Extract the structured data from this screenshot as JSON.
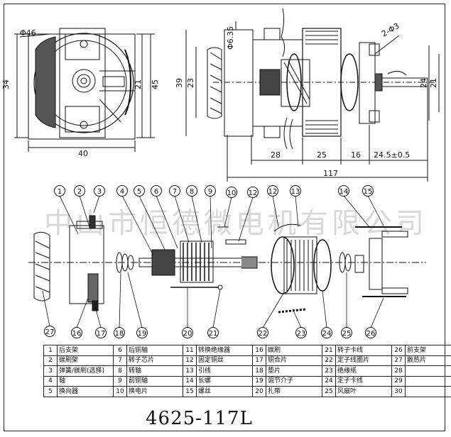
{
  "watermark": "中山市恒德微电机有限公司",
  "model_code": "4625-117L",
  "dimensions": {
    "bracket_diameter": "Φ46",
    "bracket_height": "34",
    "bracket_width": "40",
    "bracket_hole_span": "21",
    "bracket_overall_height": "45",
    "shaft_diameter": "Φ6.35",
    "mounting_holes": "2-Φ3",
    "motor_height": "39",
    "motor_inner_height": "23",
    "shaft_height_right": "24",
    "shaft_height_right2": "21",
    "length_a": "28",
    "length_b": "25",
    "length_c": "16",
    "shaft_extension": "24.5±0.5",
    "overall_length": "117"
  },
  "callouts_top": [
    "1",
    "2",
    "3",
    "4",
    "5",
    "6",
    "7",
    "8",
    "9",
    "10",
    "12",
    "12",
    "13",
    "14",
    "15"
  ],
  "callouts_bottom": [
    "27",
    "16",
    "17",
    "18",
    "19",
    "20",
    "21",
    "22",
    "23",
    "24",
    "25",
    "26"
  ],
  "parts_table": [
    [
      {
        "n": "1",
        "l": "后支架"
      },
      {
        "n": "6",
        "l": "后铜轴"
      },
      {
        "n": "11",
        "l": "转换绝缘器"
      },
      {
        "n": "16",
        "l": "碳刷"
      },
      {
        "n": "21",
        "l": "转子卡线"
      },
      {
        "n": "26",
        "l": "前支架"
      }
    ],
    [
      {
        "n": "2",
        "l": "碳刷架"
      },
      {
        "n": "7",
        "l": "转子芯片"
      },
      {
        "n": "12",
        "l": "固定铜丝"
      },
      {
        "n": "17",
        "l": "铜合片"
      },
      {
        "n": "22",
        "l": "定子线圈片"
      },
      {
        "n": "27",
        "l": "散热片"
      }
    ],
    [
      {
        "n": "3",
        "l": "弹簧/碳刷(选择)"
      },
      {
        "n": "8",
        "l": "转轴"
      },
      {
        "n": "13",
        "l": "引线"
      },
      {
        "n": "18",
        "l": "垫片"
      },
      {
        "n": "23",
        "l": "绝缘纸"
      },
      {
        "n": "28",
        "l": ""
      }
    ],
    [
      {
        "n": "4",
        "l": "轴"
      },
      {
        "n": "9",
        "l": "前铜轴"
      },
      {
        "n": "14",
        "l": "长螺"
      },
      {
        "n": "19",
        "l": "调节介子"
      },
      {
        "n": "24",
        "l": "定子卡线"
      },
      {
        "n": "29",
        "l": ""
      }
    ],
    [
      {
        "n": "5",
        "l": "换向器"
      },
      {
        "n": "10",
        "l": "换电片"
      },
      {
        "n": "15",
        "l": "螺丝"
      },
      {
        "n": "20",
        "l": "扎带"
      },
      {
        "n": "25",
        "l": "风扇叶"
      },
      {
        "n": "30",
        "l": ""
      }
    ]
  ]
}
